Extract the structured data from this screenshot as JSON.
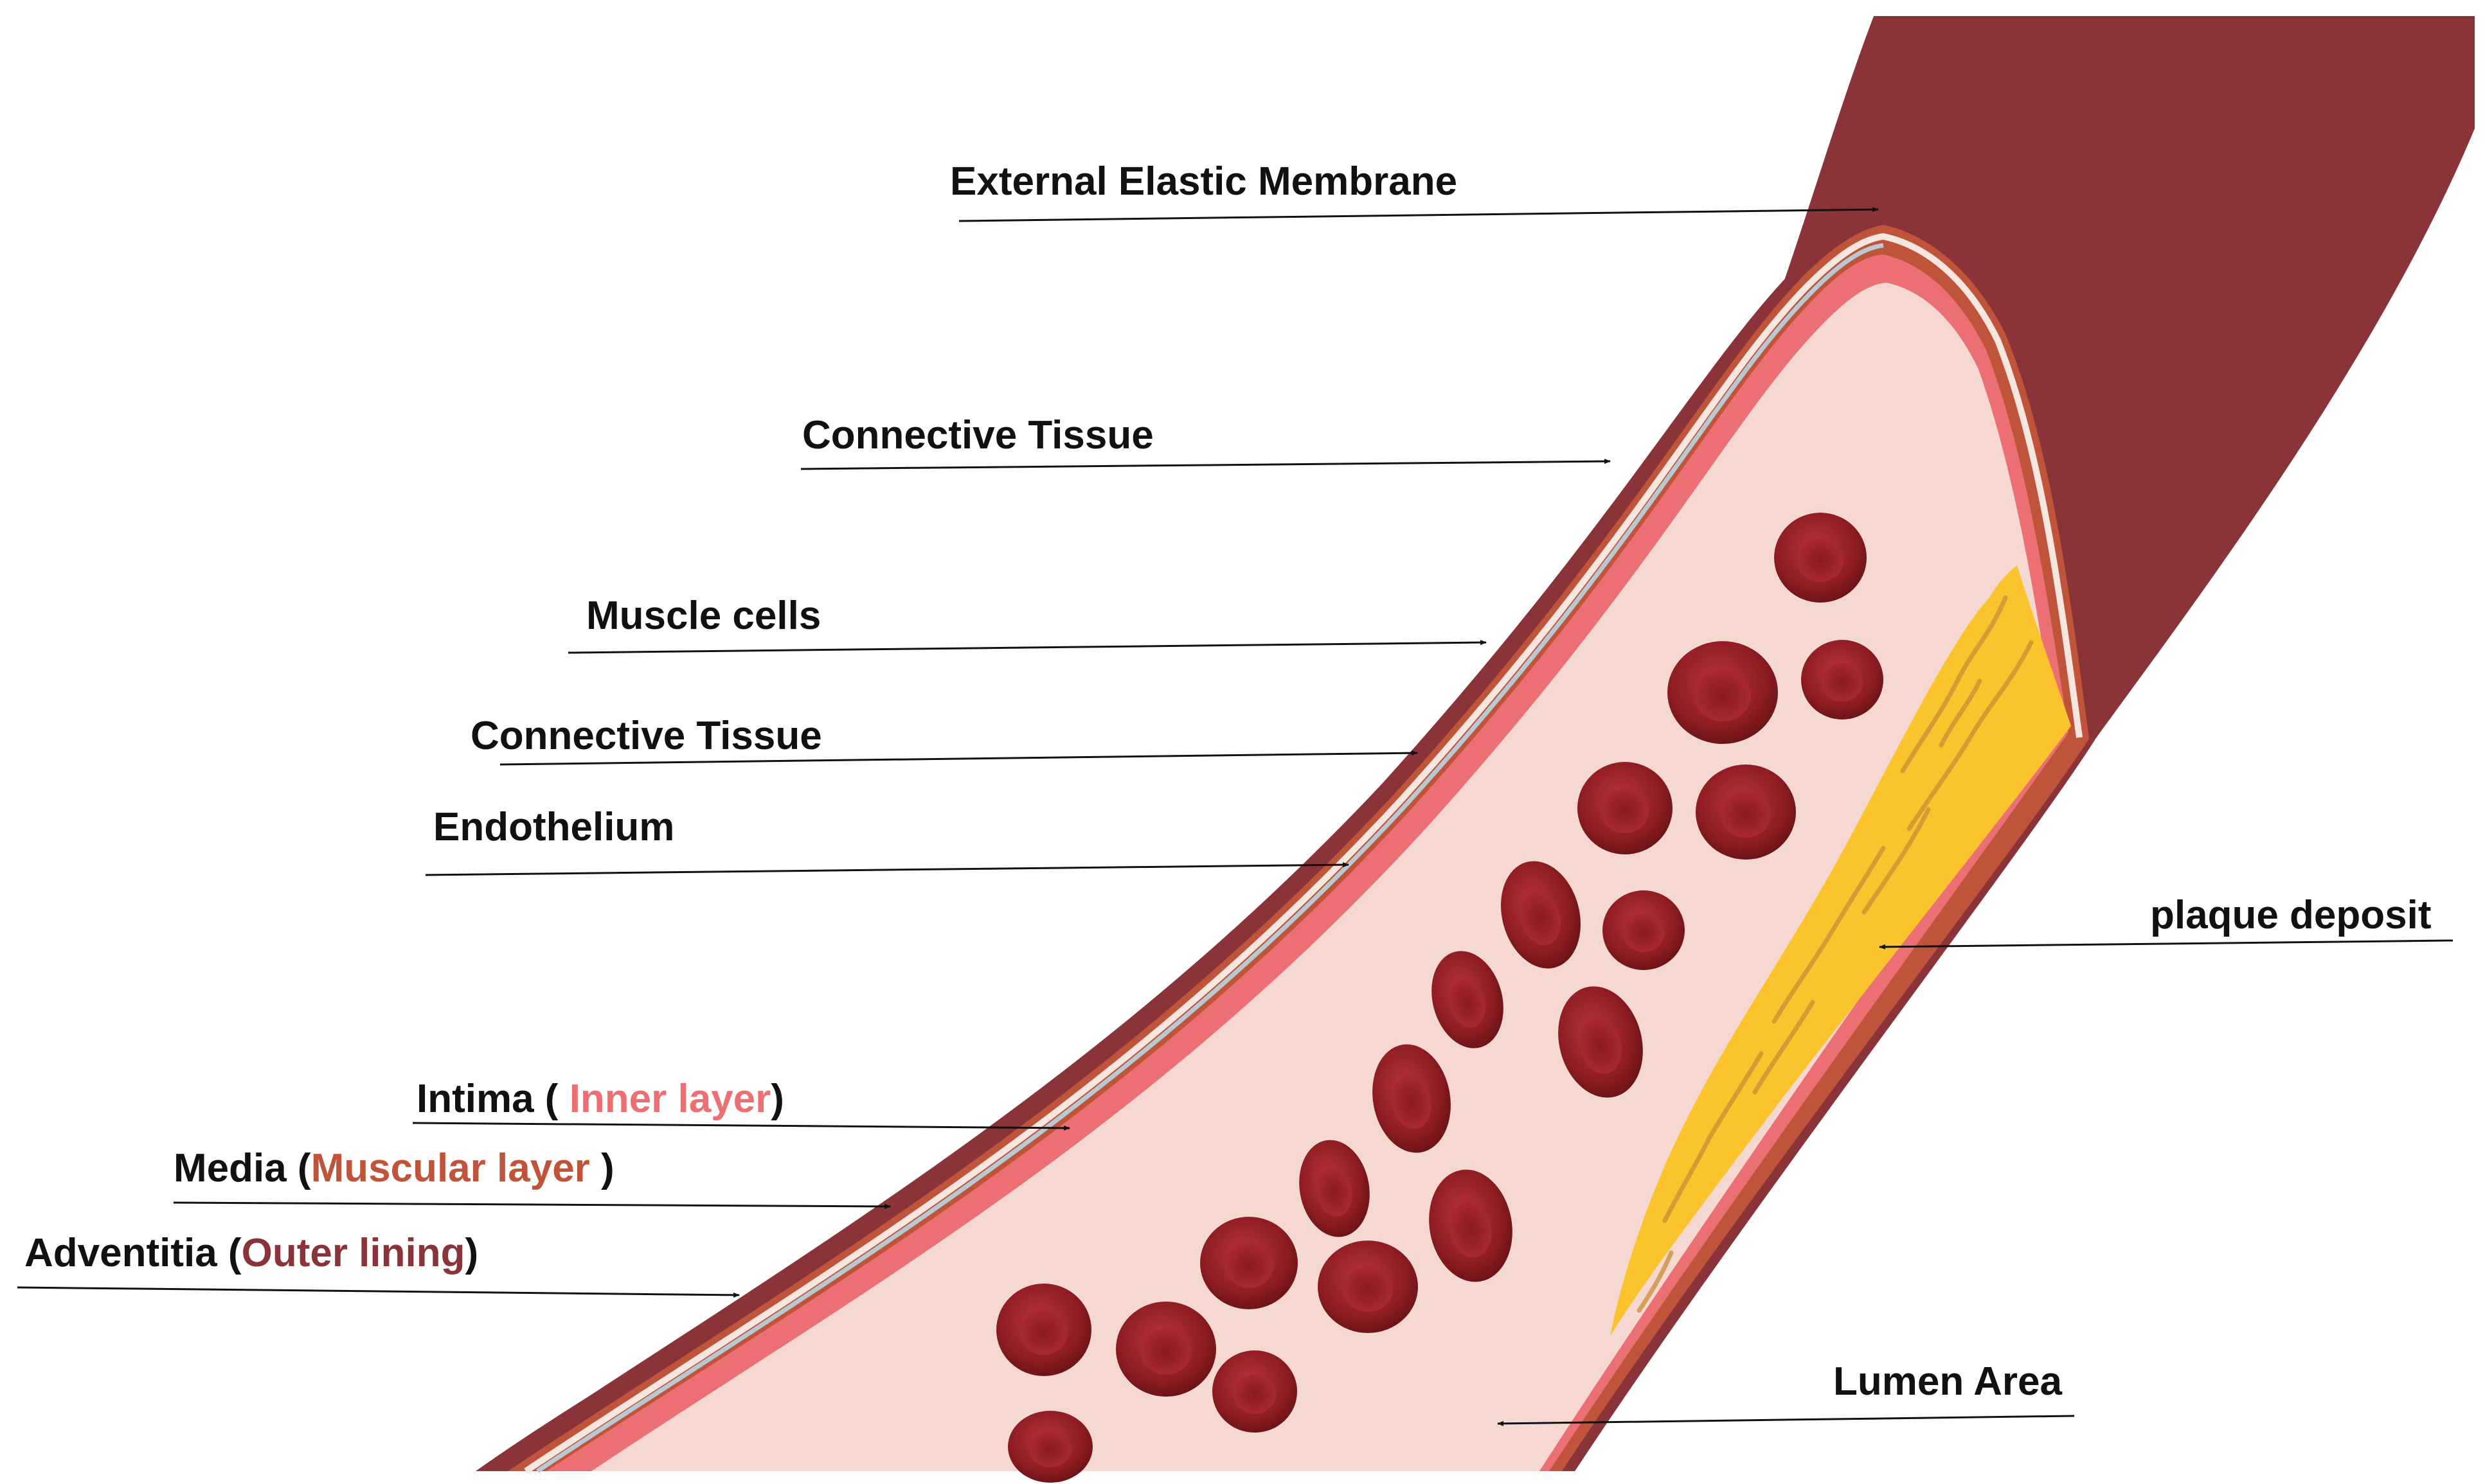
{
  "colors": {
    "adventitia": "#8a343a",
    "media": "#c0543a",
    "intima": "#ec6f74",
    "lumen": "#f5d8d2",
    "plaque": "#fbc42c",
    "blood_cell": "#9a2126",
    "arrow": "#111111"
  },
  "labels": {
    "external_elastic_membrane": "External Elastic Membrane",
    "connective_tissue_outer": "Connective Tissue",
    "muscle_cells": "Muscle cells",
    "connective_tissue_inner": "Connective Tissue",
    "endothelium": "Endothelium",
    "intima": {
      "name": "Intima ( ",
      "layer": "Inner layer",
      "close": ")"
    },
    "media": {
      "name": "Media (",
      "layer": "Muscular layer",
      "close": " )"
    },
    "adventitia": {
      "name": "Adventitia (",
      "layer": "Outer lining",
      "close": ")"
    },
    "plaque_deposit": "plaque deposit",
    "lumen_area": "Lumen Area"
  }
}
